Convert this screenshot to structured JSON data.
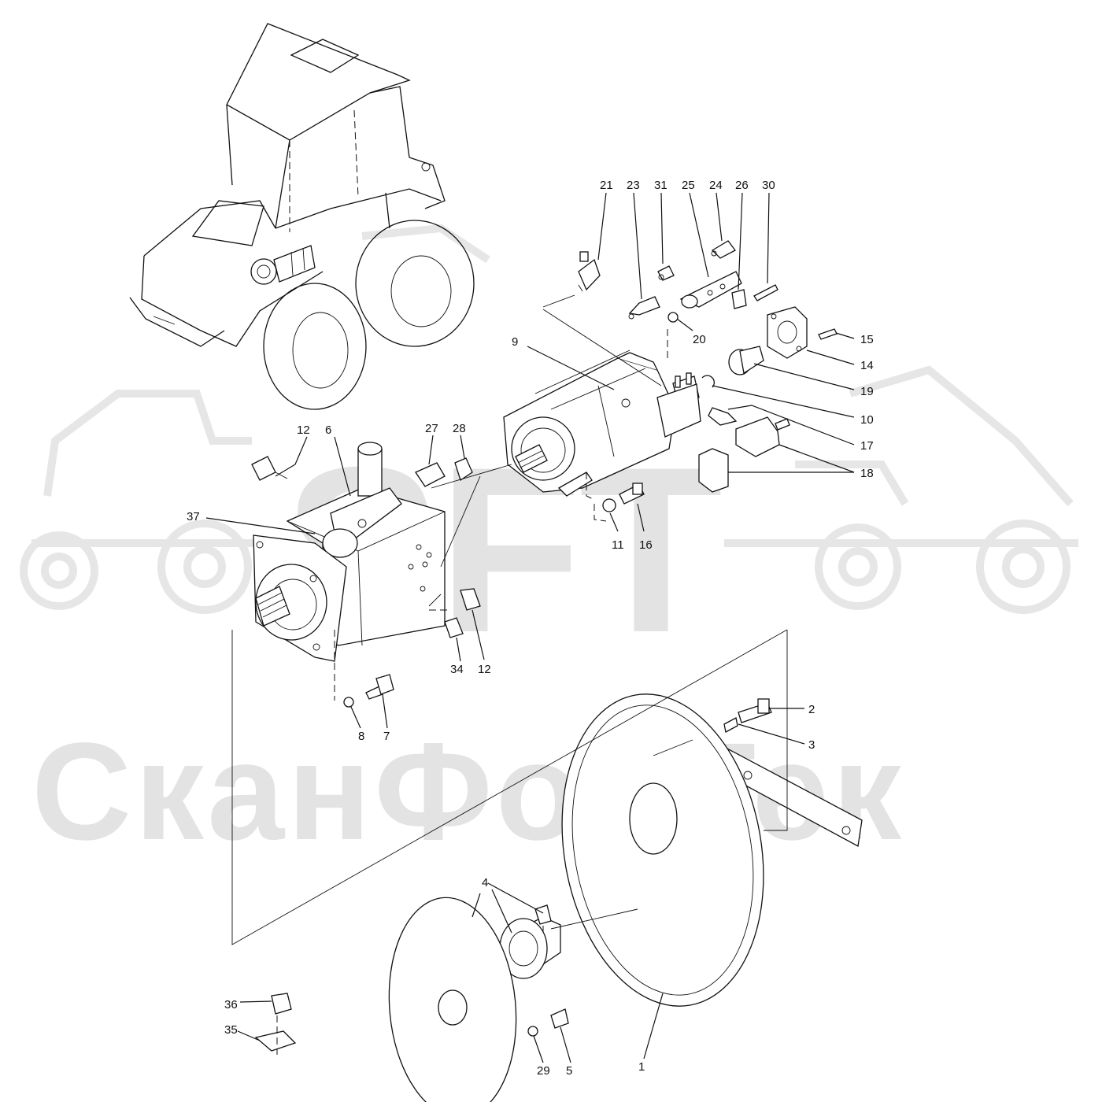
{
  "watermark": {
    "logo": "SFT",
    "company": "СканФорТек"
  },
  "callouts": [
    {
      "id": "21",
      "label": "21"
    },
    {
      "id": "23",
      "label": "23"
    },
    {
      "id": "31",
      "label": "31"
    },
    {
      "id": "25",
      "label": "25"
    },
    {
      "id": "24",
      "label": "24"
    },
    {
      "id": "26",
      "label": "26"
    },
    {
      "id": "30",
      "label": "30"
    },
    {
      "id": "20",
      "label": "20"
    },
    {
      "id": "15",
      "label": "15"
    },
    {
      "id": "14",
      "label": "14"
    },
    {
      "id": "19",
      "label": "19"
    },
    {
      "id": "9",
      "label": "9"
    },
    {
      "id": "10",
      "label": "10"
    },
    {
      "id": "17",
      "label": "17"
    },
    {
      "id": "18",
      "label": "18"
    },
    {
      "id": "12a",
      "label": "12"
    },
    {
      "id": "6",
      "label": "6"
    },
    {
      "id": "27",
      "label": "27"
    },
    {
      "id": "28",
      "label": "28"
    },
    {
      "id": "37",
      "label": "37"
    },
    {
      "id": "11",
      "label": "11"
    },
    {
      "id": "16",
      "label": "16"
    },
    {
      "id": "34",
      "label": "34"
    },
    {
      "id": "12b",
      "label": "12"
    },
    {
      "id": "8",
      "label": "8"
    },
    {
      "id": "7",
      "label": "7"
    },
    {
      "id": "2",
      "label": "2"
    },
    {
      "id": "3",
      "label": "3"
    },
    {
      "id": "4",
      "label": "4"
    },
    {
      "id": "36",
      "label": "36"
    },
    {
      "id": "35",
      "label": "35"
    },
    {
      "id": "29",
      "label": "29"
    },
    {
      "id": "5",
      "label": "5"
    },
    {
      "id": "1",
      "label": "1"
    }
  ]
}
